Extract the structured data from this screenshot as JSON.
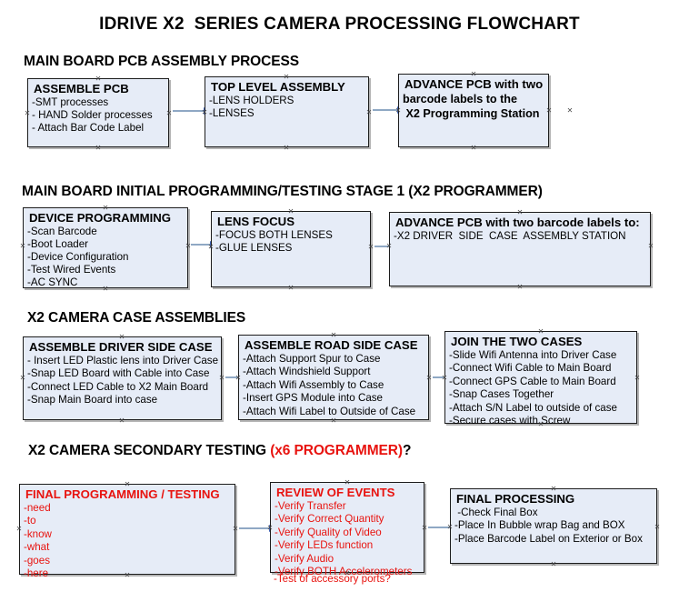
{
  "document": {
    "title": "IDRIVE X2  SERIES CAMERA PROCESSING FLOWCHART"
  },
  "colors": {
    "node_fill": "#e6ecf7",
    "node_border": "#1c1c1c",
    "connector_line": "#8fa8c4",
    "connector_head": "#3f62b5",
    "accent_red": "#e8130f",
    "text": "#000000",
    "page_background": "#ffffff"
  },
  "sections": [
    {
      "heading": "MAIN BOARD PCB ASSEMBLY PROCESS",
      "heading_accent": "",
      "heading_suffix": "",
      "nodes": [
        {
          "title": "ASSEMBLE PCB",
          "lines": [
            "-SMT processes",
            "- HAND Solder processes",
            "- Attach Bar Code Label"
          ]
        },
        {
          "title": "TOP LEVEL ASSEMBLY",
          "lines": [
            "-LENS HOLDERS",
            "-LENSES"
          ]
        },
        {
          "title": "ADVANCE PCB with two",
          "lines": [
            "barcode labels to the",
            " X2 Programming Station"
          ]
        }
      ]
    },
    {
      "heading": "MAIN BOARD INITIAL PROGRAMMING/TESTING STAGE 1 (X2 PROGRAMMER)",
      "heading_accent": "",
      "heading_suffix": "",
      "nodes": [
        {
          "title": "DEVICE PROGRAMMING",
          "lines": [
            "-Scan Barcode",
            "-Boot Loader",
            "-Device Configuration",
            "-Test Wired Events",
            "-AC SYNC"
          ]
        },
        {
          "title": "LENS FOCUS",
          "lines": [
            "-FOCUS BOTH LENSES",
            "-GLUE LENSES"
          ]
        },
        {
          "title": "ADVANCE PCB with two barcode labels to:",
          "lines": [
            "-X2 DRIVER  SIDE  CASE  ASSEMBLY STATION"
          ]
        }
      ]
    },
    {
      "heading": "X2 CAMERA CASE ASSEMBLIES",
      "heading_accent": "",
      "heading_suffix": "",
      "nodes": [
        {
          "title": "ASSEMBLE DRIVER SIDE CASE",
          "lines": [
            "- Insert LED Plastic lens into Driver Case",
            "-Snap LED Board with Cable into Case",
            "-Connect LED Cable to X2 Main Board",
            "-Snap Main Board into case"
          ]
        },
        {
          "title": "ASSEMBLE ROAD SIDE CASE",
          "lines": [
            "-Attach Support Spur to Case",
            "-Attach Windshield Support",
            "-Attach Wifi Assembly to Case",
            "-Insert GPS Module into Case",
            "-Attach Wifi Label to Outside of Case"
          ]
        },
        {
          "title": "JOIN THE TWO CASES",
          "lines": [
            "-Slide Wifi Antenna into Driver Case",
            "-Connect Wifi Cable to Main Board",
            "-Connect GPS Cable to Main Board",
            "-Snap Cases Together",
            "-Attach S/N Label to outside of case",
            "-Secure cases with Screw"
          ]
        }
      ]
    },
    {
      "heading": "X2 CAMERA SECONDARY TESTING ",
      "heading_accent": "(x6 PROGRAMMER)",
      "heading_suffix": "?",
      "nodes": [
        {
          "title": "FINAL PROGRAMMING / TESTING",
          "lines": [
            "-need",
            "-to",
            "-know",
            "-what",
            "-goes",
            "-here"
          ]
        },
        {
          "title": "REVIEW OF EVENTS",
          "lines": [
            "-Verify Transfer",
            "-Verify Correct Quantity",
            "-Verify Quality of Video",
            "-Verify LEDs function",
            "-Verify Audio",
            "-Verify BOTH Accelerometers"
          ],
          "overflow_line": "-Test of accessory ports?"
        },
        {
          "title": "FINAL PROCESSING",
          "lines": [
            " -Check Final Box",
            "-Place In Bubble wrap Bag and BOX",
            "-Place Barcode Label on Exterior or Box"
          ]
        }
      ]
    }
  ]
}
